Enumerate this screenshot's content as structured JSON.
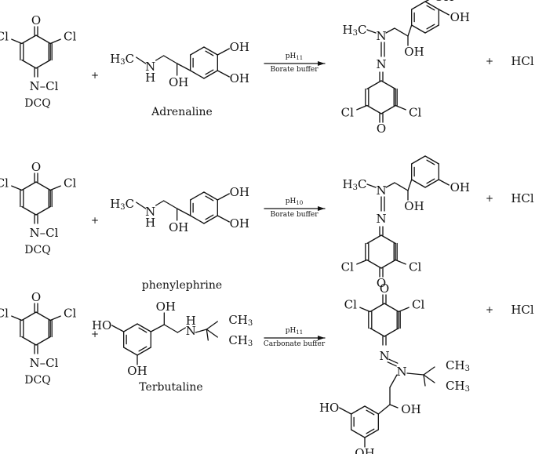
{
  "reactions": [
    {
      "reactant1": "DCQ",
      "reactant2": "Adrenaline",
      "condition_top": "pH",
      "condition_sub": "11",
      "condition_bottom": "Borate buffer",
      "plus": "+",
      "byproduct": "HCl"
    },
    {
      "reactant1": "DCQ",
      "reactant2": "phenylephrine",
      "condition_top": "pH",
      "condition_sub": "10",
      "condition_bottom": "Borate buffer",
      "plus": "+",
      "byproduct": "HCl"
    },
    {
      "reactant1": "DCQ",
      "reactant2": "Terbutaline",
      "condition_top": "pH",
      "condition_sub": "11",
      "condition_bottom": "Carbonate buffer",
      "plus": "+",
      "byproduct": "HCl"
    }
  ],
  "atoms": {
    "cl": "Cl",
    "o": "O",
    "ncl": "N–Cl",
    "oh": "OH",
    "ho": "HO",
    "h3c": "H",
    "h3c_sub": "3",
    "h3c_c": "C",
    "nh_n": "N",
    "nh_h": "H",
    "n": "N",
    "ch3": "CH",
    "ch3_sub": "3"
  }
}
